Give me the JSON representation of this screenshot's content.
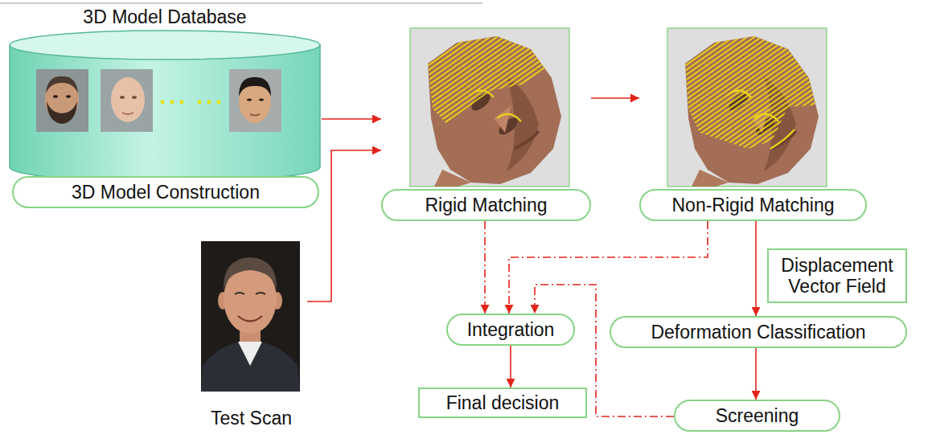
{
  "diagram": {
    "nodes": [
      {
        "text": [
          "3D Model Database"
        ]
      },
      {
        "text": [
          "3D Model Construction"
        ]
      },
      {
        "text": [
          "Rigid Matching"
        ]
      },
      {
        "text": [
          "Non-Rigid Matching"
        ]
      },
      {
        "text": [
          "Test Scan"
        ]
      },
      {
        "text": [
          "Displacement Vector Field"
        ]
      },
      {
        "text": [
          "Integration"
        ]
      },
      {
        "text": [
          "Deformation Classification"
        ]
      },
      {
        "text": [
          "Final decision"
        ]
      },
      {
        "text": [
          "Screening"
        ]
      }
    ],
    "edges": [
      {
        "from": 0,
        "to": 2,
        "arrow": "to"
      },
      {
        "from": 4,
        "to": 2,
        "arrow": "to"
      },
      {
        "from": 2,
        "to": 3,
        "arrow": "to"
      },
      {
        "from": 2,
        "to": 6,
        "arrow": "to"
      },
      {
        "from": 3,
        "to": 6,
        "arrow": "to"
      },
      {
        "from": 3,
        "to": 7,
        "arrow": "to"
      },
      {
        "from": 7,
        "to": 9,
        "arrow": "to"
      },
      {
        "from": 9,
        "to": 6,
        "arrow": "to"
      },
      {
        "from": 6,
        "to": 8,
        "arrow": "to"
      }
    ]
  }
}
